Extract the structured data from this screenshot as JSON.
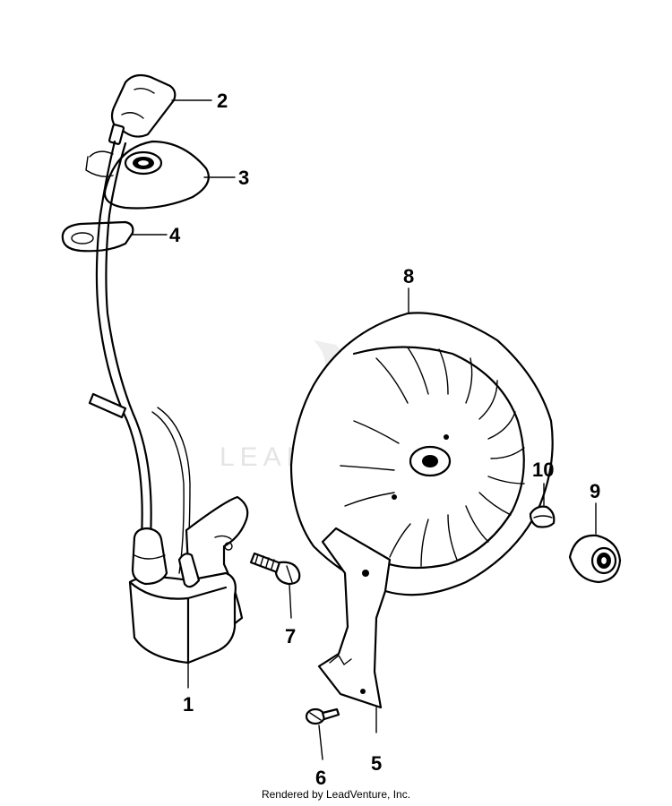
{
  "diagram": {
    "callouts": [
      {
        "id": "part-1",
        "label": "1"
      },
      {
        "id": "part-2",
        "label": "2"
      },
      {
        "id": "part-3",
        "label": "3"
      },
      {
        "id": "part-4",
        "label": "4"
      },
      {
        "id": "part-5",
        "label": "5"
      },
      {
        "id": "part-6",
        "label": "6"
      },
      {
        "id": "part-7",
        "label": "7"
      },
      {
        "id": "part-8",
        "label": "8"
      },
      {
        "id": "part-9",
        "label": "9"
      },
      {
        "id": "part-10",
        "label": "10"
      }
    ],
    "watermark": "LEADVENTURE",
    "footer": "Rendered by LeadVenture, Inc."
  }
}
